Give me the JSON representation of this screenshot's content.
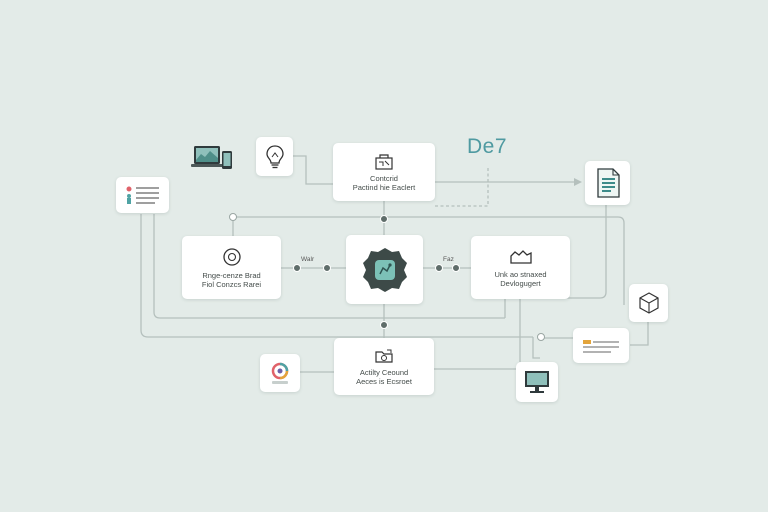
{
  "colors": {
    "background": "#e3ebe8",
    "card": "#ffffff",
    "line": "#b5c0bd",
    "accent_teal": "#4f9aa1",
    "node_dark": "#3d4a48"
  },
  "cards": {
    "top_center": {
      "line1": "Contcrid",
      "line2": "Pactind hie Eaclert",
      "icon": "circuit-icon"
    },
    "left_center": {
      "line1": "Rnge-cenze Brad",
      "line2": "Fiol Conzcs Rarei",
      "icon": "refresh-icon"
    },
    "right_center": {
      "line1": "Unk ao stnaxed",
      "line2": "Devlogugert",
      "icon": "cloud-icon"
    },
    "bottom_center": {
      "line1": "Actilty Ceound",
      "line2": "Aeces is Ecsroet",
      "icon": "settings-folder-icon"
    },
    "hub": {
      "icon": "hub-gear-icon"
    }
  },
  "badge_text": "De7",
  "edge_labels": {
    "left": "Walr",
    "right": "Faz"
  },
  "icons": {
    "laptop": "laptop-phone-icon",
    "bulb": "lightbulb-icon",
    "list_card": "profile-list-icon",
    "document": "document-icon",
    "cube": "cube-icon",
    "note": "notes-icon",
    "monitor": "monitor-icon",
    "app": "app-badge-icon"
  }
}
